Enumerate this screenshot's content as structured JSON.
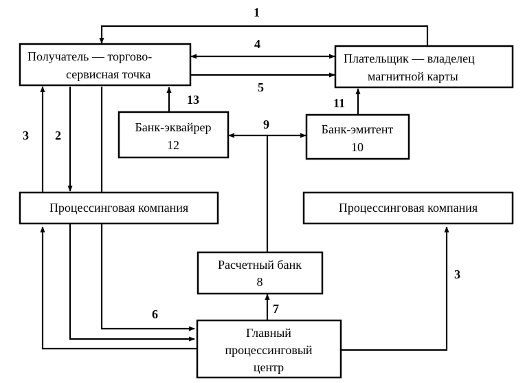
{
  "nodes": {
    "recipient": {
      "lines": [
        "Получатель — торгово-",
        "сервисная точка"
      ]
    },
    "payer": {
      "lines": [
        "Плательщик — владелец",
        "магнитной карты"
      ]
    },
    "acquirer": {
      "lines": [
        "Банк-эквайрер",
        "12"
      ]
    },
    "issuer": {
      "lines": [
        "Банк-эмитент",
        "10"
      ]
    },
    "proc_left": {
      "lines": [
        "Процессинговая компания"
      ]
    },
    "proc_right": {
      "lines": [
        "Процессинговая компания"
      ]
    },
    "settlement": {
      "lines": [
        "Расчетный банк",
        "8"
      ]
    },
    "main_center": {
      "lines": [
        "Главный",
        "процессинговый",
        "центр"
      ]
    }
  },
  "edge_labels": {
    "e1": "1",
    "e2": "2",
    "e3_left": "3",
    "e3_right": "3",
    "e4": "4",
    "e5": "5",
    "e6": "6",
    "e7": "7",
    "e9": "9",
    "e11": "11",
    "e13": "13"
  }
}
